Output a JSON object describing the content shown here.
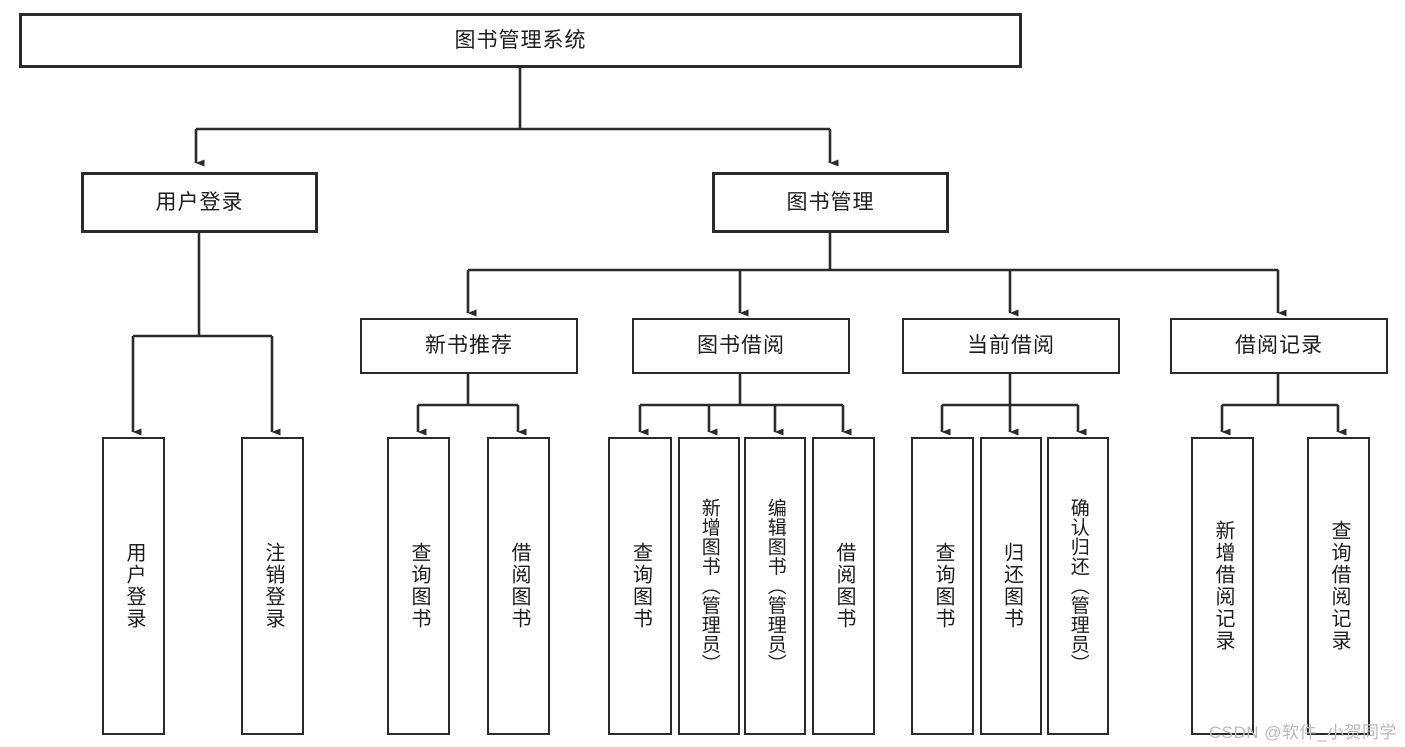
{
  "diagram": {
    "title": "图书管理系统",
    "type": "tree-hierarchy-chart",
    "root": {
      "id": "root",
      "label": "图书管理系统"
    },
    "level1": [
      {
        "id": "user-login",
        "label": "用户登录"
      },
      {
        "id": "book-management",
        "label": "图书管理"
      }
    ],
    "level2": [
      {
        "id": "new-book-recommend",
        "label": "新书推荐",
        "parent": "book-management"
      },
      {
        "id": "book-borrow",
        "label": "图书借阅",
        "parent": "book-management"
      },
      {
        "id": "current-borrow",
        "label": "当前借阅",
        "parent": "book-management"
      },
      {
        "id": "borrow-record",
        "label": "借阅记录",
        "parent": "book-management"
      }
    ],
    "leaves": {
      "user_login": [
        {
          "id": "leaf-user-login",
          "label": "用户登录"
        },
        {
          "id": "leaf-user-logout",
          "label": "注销登录"
        }
      ],
      "new_book_recommend": [
        {
          "id": "leaf-query-book-1",
          "label": "查询图书"
        },
        {
          "id": "leaf-borrow-book-1",
          "label": "借阅图书"
        }
      ],
      "book_borrow": [
        {
          "id": "leaf-query-book-2",
          "label": "查询图书"
        },
        {
          "id": "leaf-add-book",
          "label": "新增图书（管理员）"
        },
        {
          "id": "leaf-edit-book",
          "label": "编辑图书（管理员）"
        },
        {
          "id": "leaf-borrow-book-2",
          "label": "借阅图书"
        }
      ],
      "current_borrow": [
        {
          "id": "leaf-query-book-3",
          "label": "查询图书"
        },
        {
          "id": "leaf-return-book",
          "label": "归还图书"
        },
        {
          "id": "leaf-confirm-return",
          "label": "确认归还（管理员）"
        }
      ],
      "borrow_record": [
        {
          "id": "leaf-add-record",
          "label": "新增借阅记录"
        },
        {
          "id": "leaf-query-record",
          "label": "查询借阅记录"
        }
      ]
    }
  },
  "watermark": {
    "text": "CSDN @软件_小贺同学"
  },
  "colors": {
    "stroke": "#2b2b2b",
    "text": "#1c1c1c",
    "background": "#ffffff",
    "watermark": "#b9b9b9"
  }
}
